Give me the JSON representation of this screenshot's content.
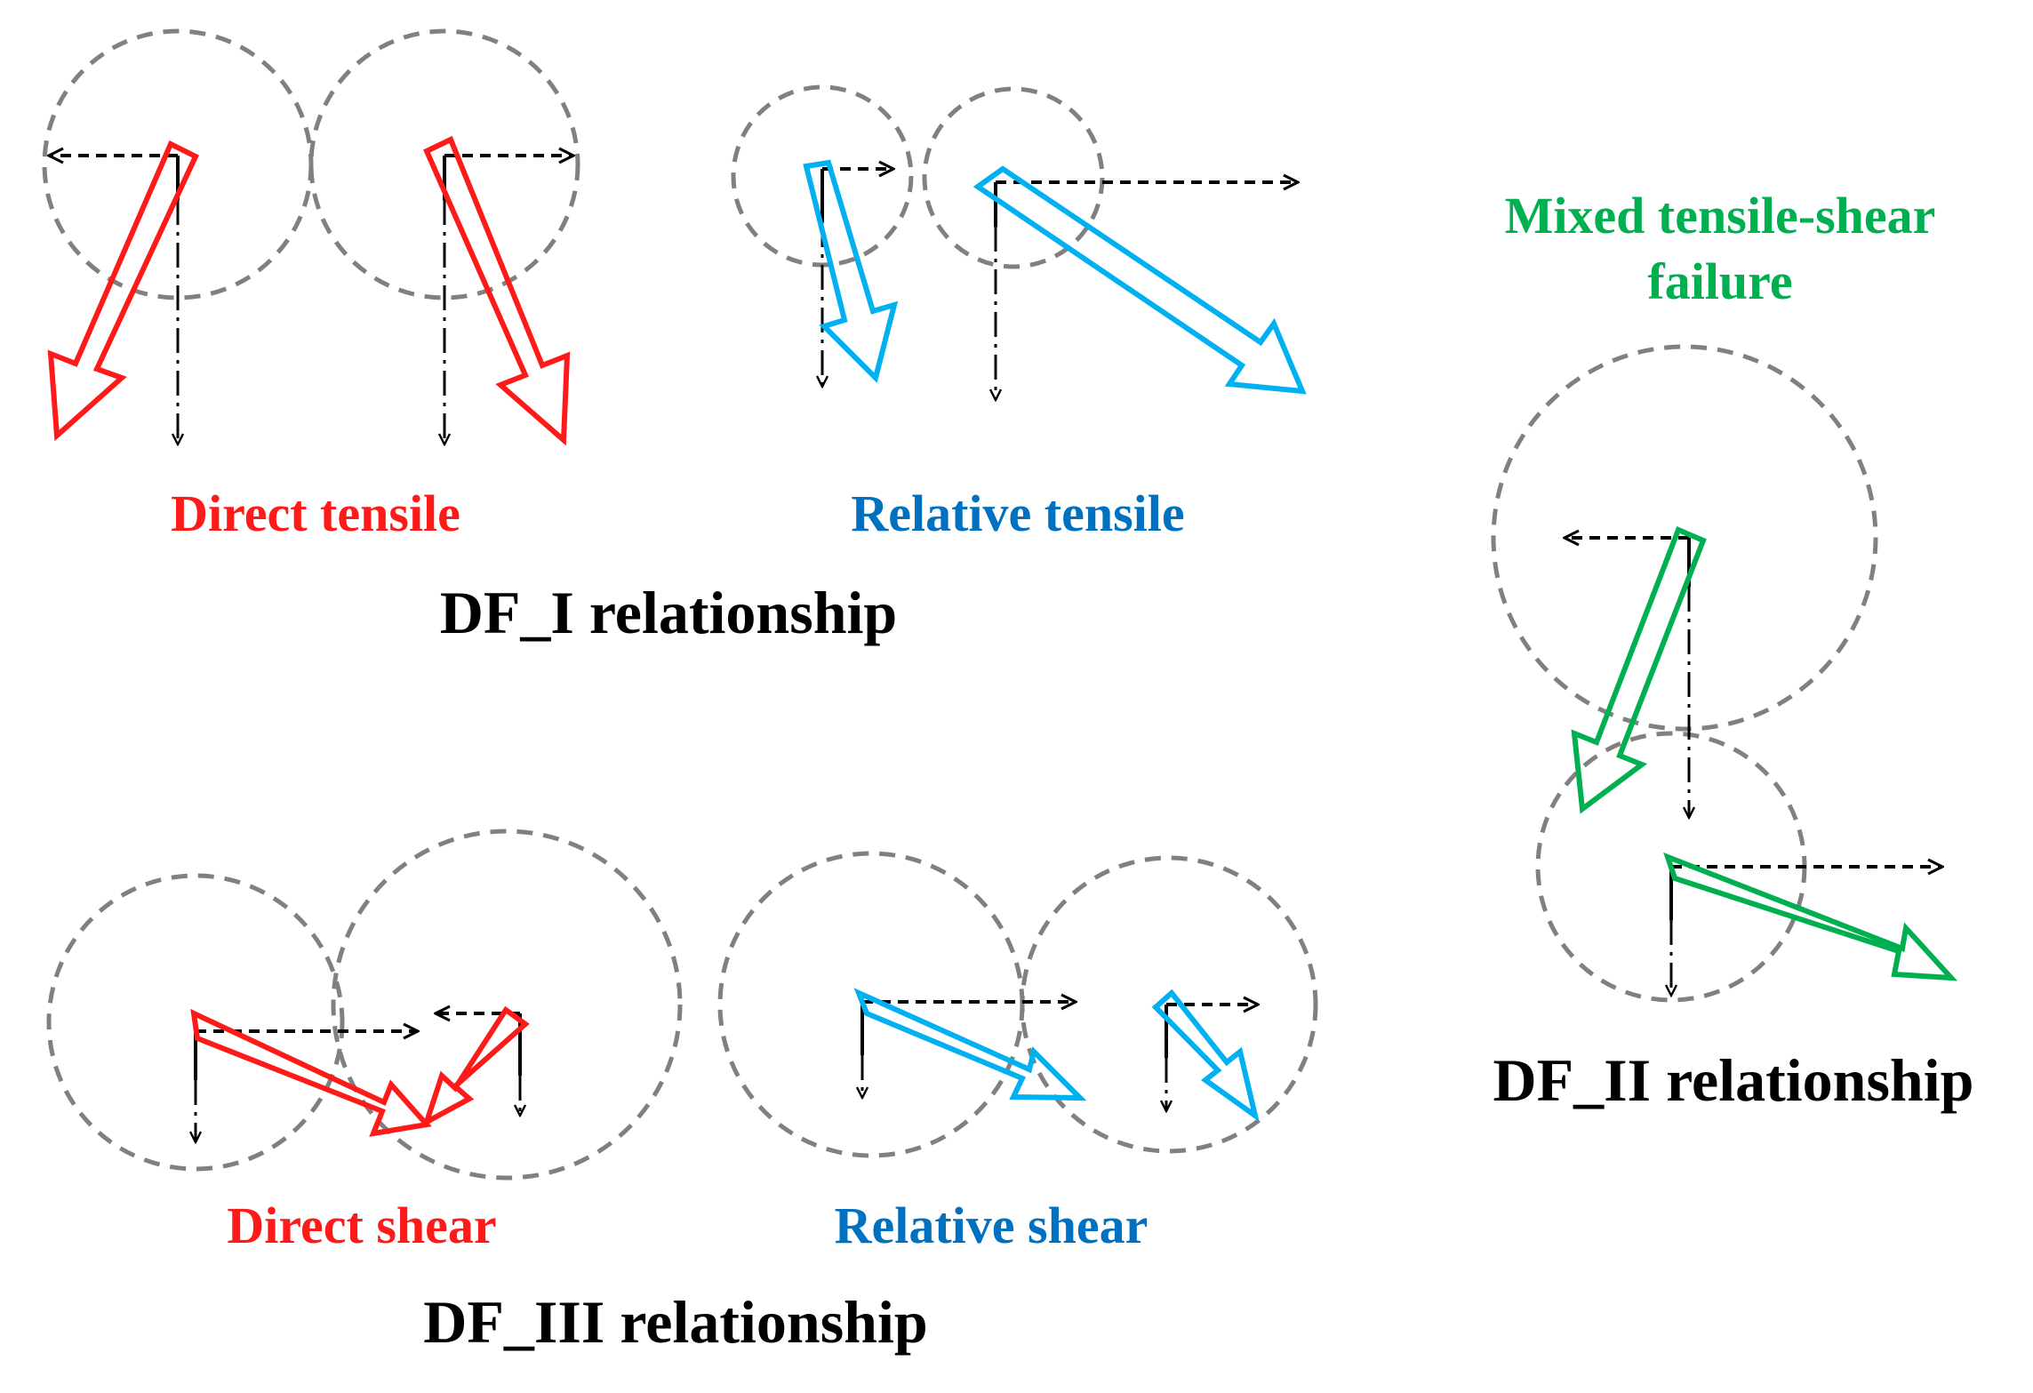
{
  "colors": {
    "red": "#ff1a1a",
    "blue": "#00b0f0",
    "green": "#00b050",
    "label_blue": "#0070c0",
    "circle_gray": "#808080",
    "black": "#000000"
  },
  "labels": {
    "direct_tensile": "Direct tensile",
    "relative_tensile": "Relative tensile",
    "df1_relationship": "DF_I relationship",
    "mixed_line1": "Mixed tensile-shear",
    "mixed_line2": "failure",
    "df2_relationship": "DF_II relationship",
    "direct_shear": "Direct shear",
    "relative_shear": "Relative shear",
    "df3_relationship": "DF_III relationship"
  }
}
